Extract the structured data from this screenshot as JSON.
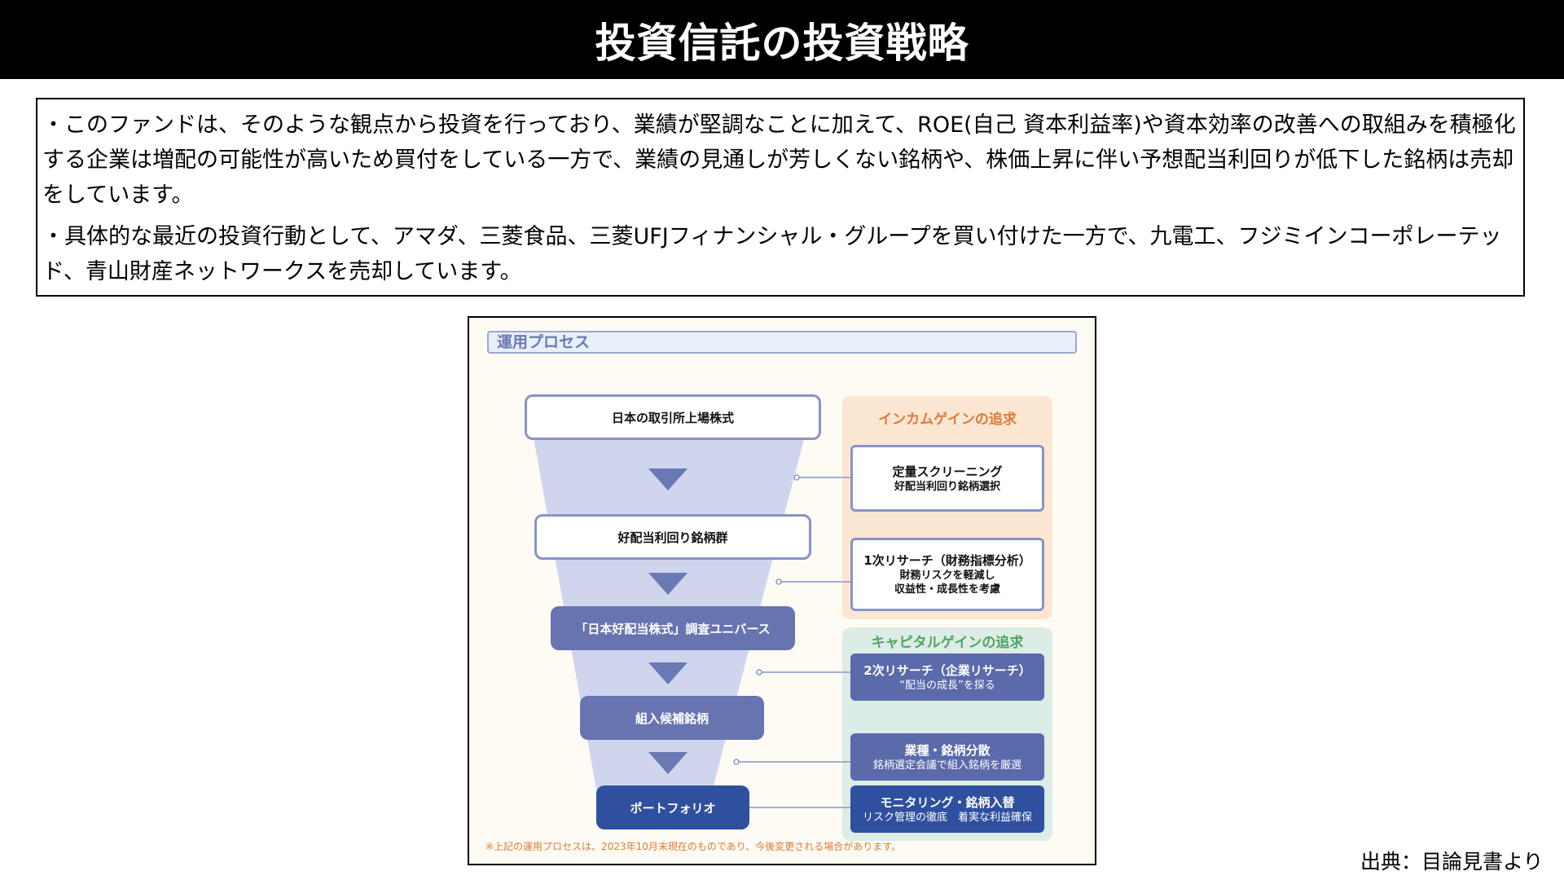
{
  "title": "投資信託の投資戦略",
  "paragraphs": [
    "・このファンドは、そのような観点から投資を行っており、業績が堅調なことに加えて、ROE(自己 資本利益率)や資本効率の改善への取組みを積極化する企業は増配の可能性が高いため買付をしている一方で、業績の見通しが芳しくない銘柄や、株価上昇に伴い予想配当利回りが低下した銘柄は売却をしています。",
    "・具体的な最近の投資行動として、アマダ、三菱食品、三菱UFJフィナンシャル・グループを買い付けた一方で、九電工、フジミインコーポレーテッド、青山財産ネットワークスを売却しています。"
  ],
  "diagram": {
    "header": "運用プロセス",
    "funnel_stages": [
      "日本の取引所上場株式",
      "好配当利回り銘柄群",
      "「日本好配当株式」調査ユニバース",
      "組入候補銘柄",
      "ポートフォリオ"
    ],
    "income": {
      "title": "インカムゲインの追求",
      "boxes": [
        {
          "title": "定量スクリーニング",
          "lines": [
            "好配当利回り銘柄選択"
          ]
        },
        {
          "title": "1次リサーチ（財務指標分析）",
          "lines": [
            "財務リスクを軽減し",
            "収益性・成長性を考慮"
          ]
        }
      ]
    },
    "capital": {
      "title": "キャピタルゲインの追求",
      "boxes": [
        {
          "title": "2次リサーチ（企業リサーチ）",
          "lines": [
            "“配当の成長”を探る"
          ]
        },
        {
          "title": "業種・銘柄分散",
          "lines": [
            "銘柄選定会議で組入銘柄を厳選"
          ]
        },
        {
          "title": "モニタリング・銘柄入替",
          "lines": [
            "リスク管理の徹底　着実な利益確保"
          ]
        }
      ]
    },
    "note": "※上記の運用プロセスは、2023年10月末現在のものであり、今後変更される場合があります。"
  },
  "source": "出典：目論見書より",
  "colors": {
    "title_bg": "#000000",
    "funnel_fill": "#cfd5ec",
    "arrow": "#6a78b3",
    "income_panel": "#fbe6d2",
    "capital_panel": "#dcece6",
    "mid_blue": "#6774b0",
    "dark_blue": "#2f4f9f",
    "orange_text": "#e07a3a",
    "green_text": "#4fa55f"
  }
}
